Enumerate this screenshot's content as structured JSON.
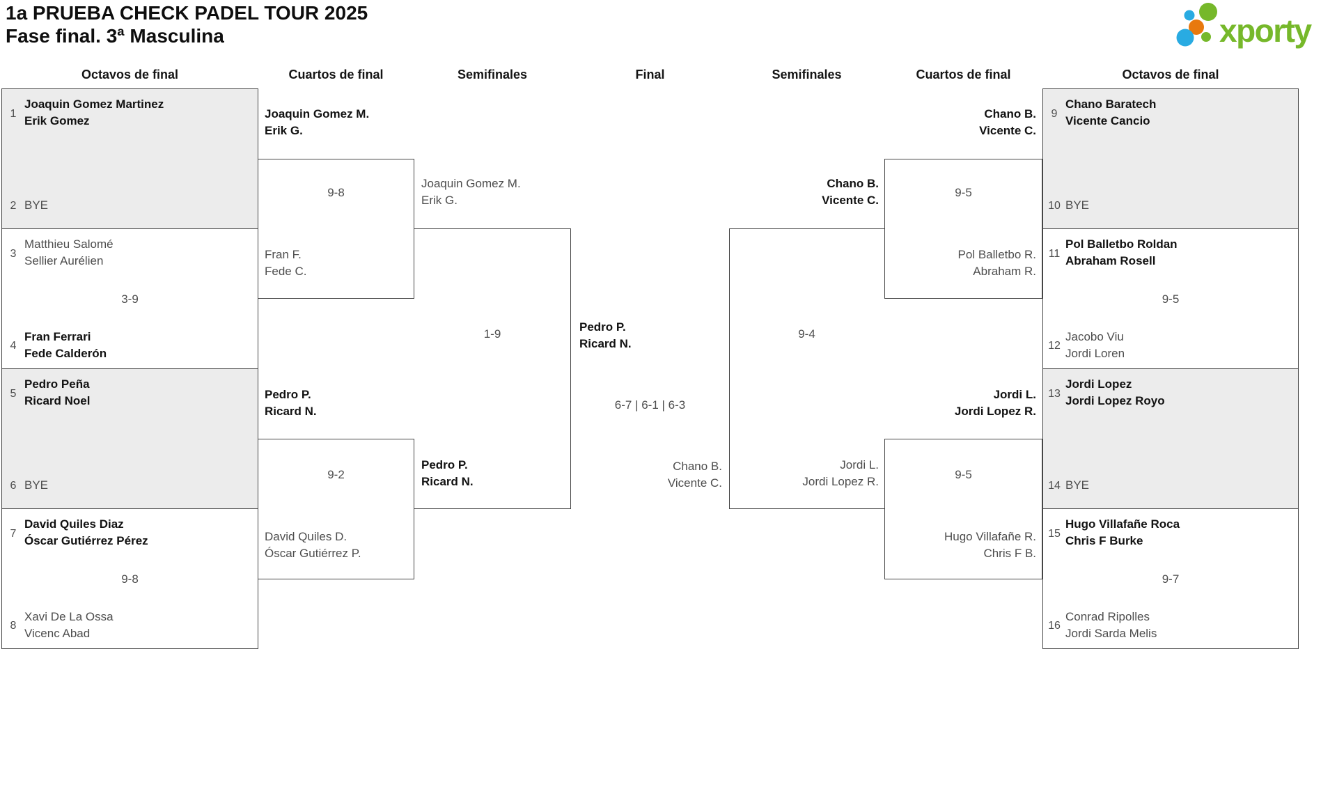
{
  "title": "1a PRUEBA CHECK PADEL TOUR 2025",
  "subtitle": "Fase final. 3ª Masculina",
  "logo": {
    "text": "xporty",
    "green": "#76b82a",
    "blue": "#29abe2",
    "orange": "#e8790e"
  },
  "round_headers": [
    "Octavos de final",
    "Cuartos de final",
    "Semifinales",
    "Final",
    "Semifinales",
    "Cuartos de final",
    "Octavos de final"
  ],
  "round_of_16": {
    "left": [
      {
        "seed_top": "1",
        "top_line1": "Joaquin Gomez Martinez",
        "top_line2": "Erik Gomez",
        "score": "",
        "seed_bottom": "2",
        "bottom_line1": "BYE",
        "bottom_line2": ""
      },
      {
        "seed_top": "3",
        "top_line1": "Matthieu Salomé",
        "top_line2": "Sellier Aurélien",
        "score": "3-9",
        "seed_bottom": "4",
        "bottom_line1": "Fran Ferrari",
        "bottom_line2": "Fede Calderón"
      },
      {
        "seed_top": "5",
        "top_line1": "Pedro Peña",
        "top_line2": "Ricard Noel",
        "score": "",
        "seed_bottom": "6",
        "bottom_line1": "BYE",
        "bottom_line2": ""
      },
      {
        "seed_top": "7",
        "top_line1": "David Quiles Diaz",
        "top_line2": "Óscar Gutiérrez Pérez",
        "score": "9-8",
        "seed_bottom": "8",
        "bottom_line1": "Xavi De La Ossa",
        "bottom_line2": "Vicenc Abad"
      }
    ],
    "right": [
      {
        "seed_top": "9",
        "top_line1": "Chano Baratech",
        "top_line2": "Vicente Cancio",
        "score": "",
        "seed_bottom": "10",
        "bottom_line1": "BYE",
        "bottom_line2": ""
      },
      {
        "seed_top": "11",
        "top_line1": "Pol Balletbo Roldan",
        "top_line2": "Abraham Rosell",
        "score": "9-5",
        "seed_bottom": "12",
        "bottom_line1": "Jacobo Viu",
        "bottom_line2": "Jordi Loren"
      },
      {
        "seed_top": "13",
        "top_line1": "Jordi Lopez",
        "top_line2": "Jordi Lopez Royo",
        "score": "",
        "seed_bottom": "14",
        "bottom_line1": "BYE",
        "bottom_line2": ""
      },
      {
        "seed_top": "15",
        "top_line1": "Hugo Villafañe Roca",
        "top_line2": "Chris F Burke",
        "score": "9-7",
        "seed_bottom": "16",
        "bottom_line1": "Conrad Ripolles",
        "bottom_line2": "Jordi Sarda Melis"
      }
    ]
  },
  "quarterfinals": {
    "left_top": {
      "winner_line1": "Joaquin Gomez M.",
      "winner_line2": "Erik G.",
      "score": "9-8",
      "loser_line1": "Fran F.",
      "loser_line2": "Fede C."
    },
    "left_bottom": {
      "winner_line1": "Pedro P.",
      "winner_line2": "Ricard N.",
      "score": "9-2",
      "loser_line1": "David Quiles D.",
      "loser_line2": "Óscar Gutiérrez P."
    },
    "right_top": {
      "winner_line1": "Chano B.",
      "winner_line2": "Vicente C.",
      "score": "9-5",
      "loser_line1": "Pol Balletbo R.",
      "loser_line2": "Abraham R."
    },
    "right_bottom": {
      "winner_line1": "Jordi L.",
      "winner_line2": "Jordi Lopez R.",
      "score": "9-5",
      "loser_line1": "Hugo Villafañe R.",
      "loser_line2": "Chris F B."
    }
  },
  "semifinals": {
    "left": {
      "top_line1": "Joaquin Gomez M.",
      "top_line2": "Erik G.",
      "score": "1-9",
      "bottom_line1": "Pedro P.",
      "bottom_line2": "Ricard N."
    },
    "right": {
      "top_line1": "Chano B.",
      "top_line2": "Vicente C.",
      "score": "9-4",
      "bottom_line1": "Jordi L.",
      "bottom_line2": "Jordi Lopez R."
    }
  },
  "final": {
    "top_line1": "Pedro P.",
    "top_line2": "Ricard N.",
    "score": "6-7 | 6-1 | 6-3",
    "bottom_line1": "Chano B.",
    "bottom_line2": "Vicente C."
  }
}
